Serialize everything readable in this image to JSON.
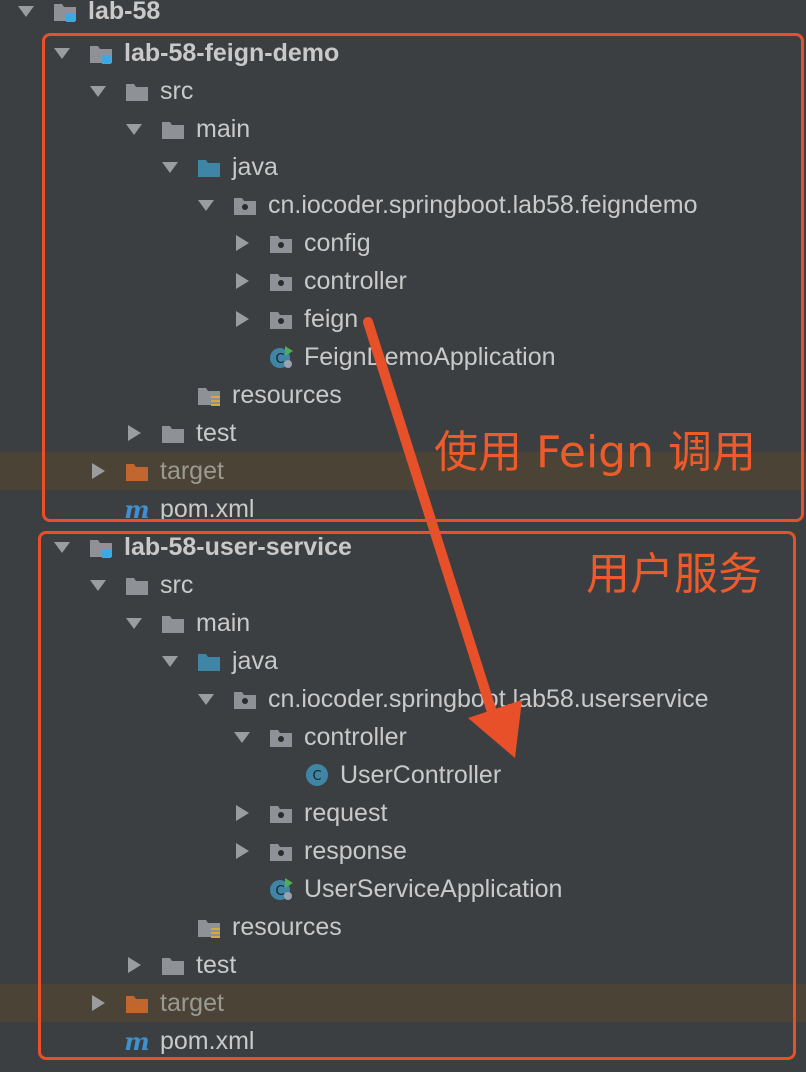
{
  "tree": {
    "root": {
      "label": "lab-58"
    },
    "feign_demo": {
      "module": "lab-58-feign-demo",
      "src": "src",
      "main": "main",
      "java": "java",
      "package": "cn.iocoder.springboot.lab58.feigndemo",
      "config": "config",
      "controller": "controller",
      "feign": "feign",
      "app": "FeignDemoApplication",
      "resources": "resources",
      "test": "test",
      "target": "target",
      "pom": "pom.xml"
    },
    "user_service": {
      "module": "lab-58-user-service",
      "src": "src",
      "main": "main",
      "java": "java",
      "package": "cn.iocoder.springboot.lab58.userservice",
      "controller": "controller",
      "user_controller": "UserController",
      "request": "request",
      "response": "response",
      "app": "UserServiceApplication",
      "resources": "resources",
      "test": "test",
      "target": "target",
      "pom": "pom.xml"
    }
  },
  "annotations": {
    "feign_call": "使用 Feign 调用",
    "user_service": "用户服务"
  },
  "colors": {
    "background": "#3c3f41",
    "excluded_row": "#4b4336",
    "annotation": "#e8502a",
    "folder": "#8e9296",
    "source_folder": "#3f86a6",
    "target_folder": "#c1662e",
    "class_icon": "#3f86a6",
    "maven": "#3e90cf"
  }
}
